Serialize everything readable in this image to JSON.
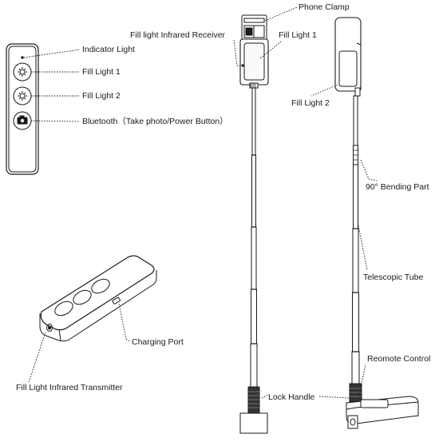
{
  "labels": {
    "indicator_light": "Indicator Light",
    "fill_light_1_remote": "Fill Light 1",
    "fill_light_2_remote": "Fill Light 2",
    "bluetooth": "Bluetooth（Take photo/Power Button）",
    "charging_port": "Charging Port",
    "transmitter": "Fill Light Infrared Transmitter",
    "phone_clamp": "Phone Clamp",
    "ir_receiver": "Fill light Infrared Receiver",
    "fill_light_1_stick": "Fill Light 1",
    "fill_light_2_stick": "Fill Light 2",
    "bending_part": "90° Bending Part",
    "telescopic_tube": "Telescopic Tube",
    "remote_control": "Reomote Control",
    "lock_handle": "Lock Handle"
  },
  "colors": {
    "line": "#1a1a1a",
    "fill_light": "#f7f7f7",
    "dark": "#222222"
  }
}
